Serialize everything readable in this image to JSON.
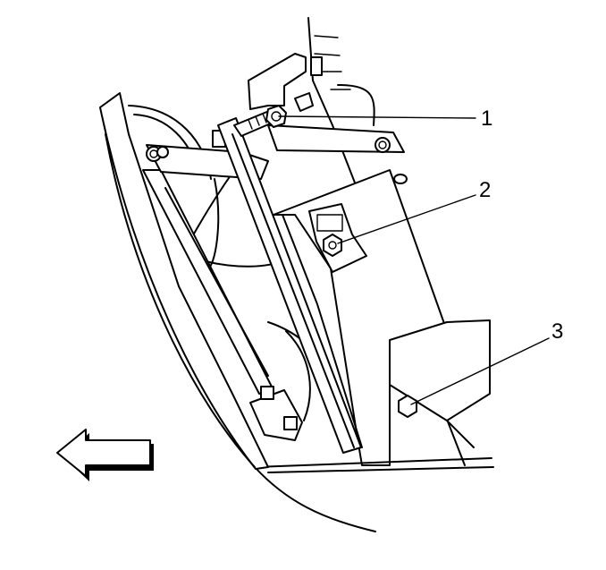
{
  "callouts": [
    {
      "label": "1"
    },
    {
      "label": "2"
    },
    {
      "label": "3"
    }
  ],
  "icons": {
    "direction_arrow": "left-arrow-icon"
  },
  "colors": {
    "ink": "#000000",
    "paper": "#ffffff"
  }
}
